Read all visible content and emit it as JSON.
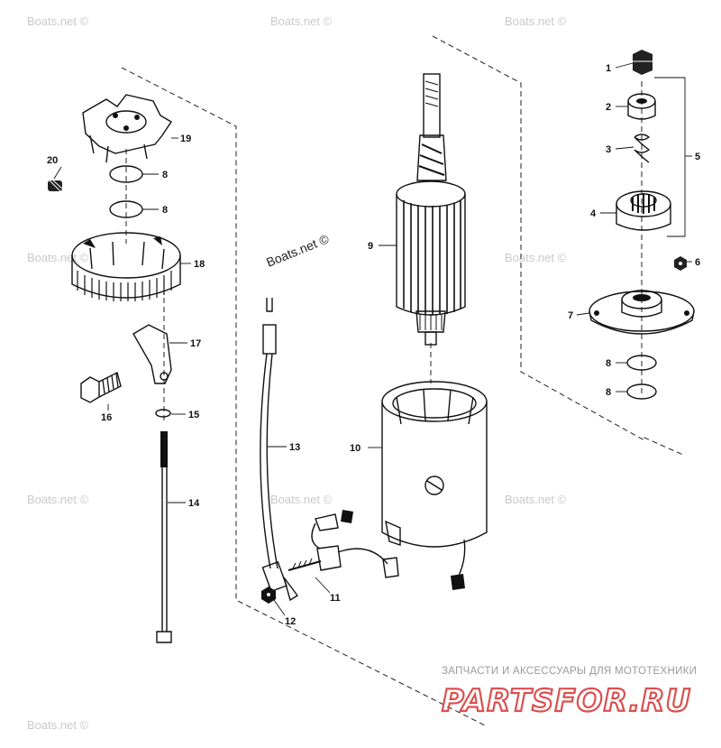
{
  "watermarks": [
    "Boats.net ©",
    "Boats.net ©",
    "Boats.net ©",
    "Boats.net ©",
    "Boats.net ©",
    "Boats.net ©",
    "Boats.net ©",
    "Boats.net ©",
    "Boats.net ©"
  ],
  "center_watermark": "Boats.net ©",
  "parts": {
    "p1": "1",
    "p2": "2",
    "p3": "3",
    "p4": "4",
    "p5": "5",
    "p6": "6",
    "p7": "7",
    "p8a": "8",
    "p8b": "8",
    "p8c": "8",
    "p8d": "8",
    "p9": "9",
    "p10": "10",
    "p11": "11",
    "p12": "12",
    "p13": "13",
    "p14": "14",
    "p15": "15",
    "p16": "16",
    "p17": "17",
    "p18": "18",
    "p19": "19",
    "p20": "20"
  },
  "footer": {
    "tagline": "ЗАПЧАСТИ И АКСЕССУАРЫ ДЛЯ МОТОТЕХНИКИ",
    "brand": "PARTSFOR.RU"
  }
}
